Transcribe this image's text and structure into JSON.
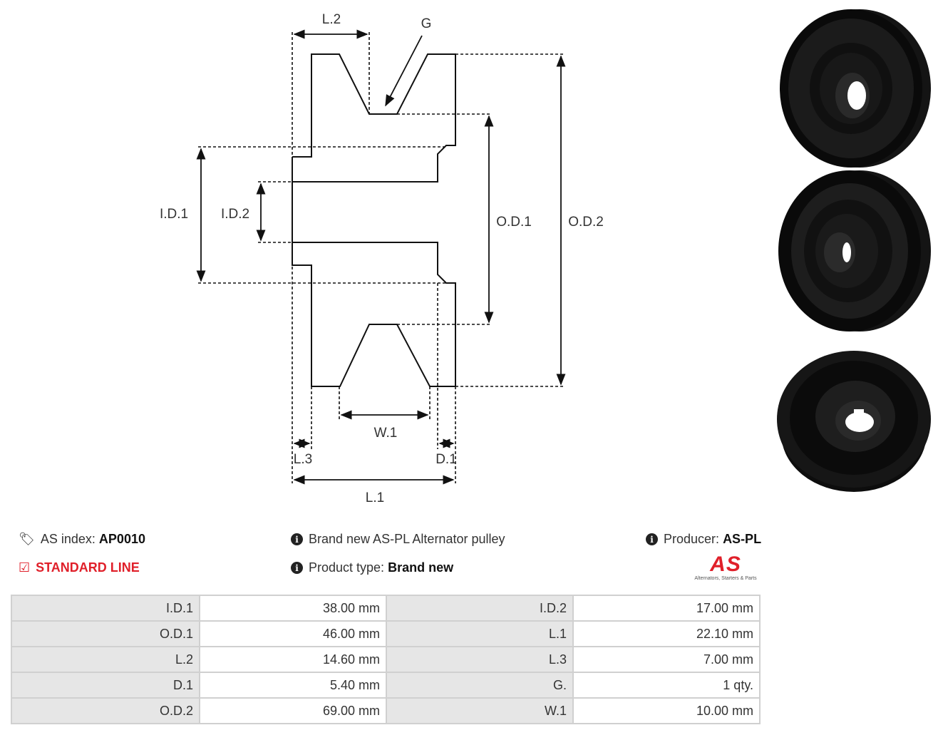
{
  "diagram": {
    "labels": {
      "l2": "L.2",
      "g": "G",
      "id1": "I.D.1",
      "id2": "I.D.2",
      "od1": "O.D.1",
      "od2": "O.D.2",
      "w1": "W.1",
      "l3": "L.3",
      "d1": "D.1",
      "l1": "L.1"
    }
  },
  "info": {
    "as_index_label": "AS index:",
    "as_index_value": "AP0010",
    "line": "STANDARD LINE",
    "description": "Brand new AS-PL Alternator pulley",
    "product_type_label": "Product type:",
    "product_type_value": "Brand new",
    "producer_label": "Producer:",
    "producer_value": "AS-PL",
    "logo_text": "AS",
    "logo_tagline": "Alternators, Starters & Parts",
    "logo_color": "#e0202a"
  },
  "specs": [
    {
      "label1": "I.D.1",
      "value1": "38.00 mm",
      "label2": "I.D.2",
      "value2": "17.00 mm"
    },
    {
      "label1": "O.D.1",
      "value1": "46.00 mm",
      "label2": "L.1",
      "value2": "22.10 mm"
    },
    {
      "label1": "L.2",
      "value1": "14.60 mm",
      "label2": "L.3",
      "value2": "7.00 mm"
    },
    {
      "label1": "D.1",
      "value1": "5.40 mm",
      "label2": "G.",
      "value2": "1 qty."
    },
    {
      "label1": "O.D.2",
      "value1": "69.00 mm",
      "label2": "W.1",
      "value2": "10.00 mm"
    }
  ]
}
